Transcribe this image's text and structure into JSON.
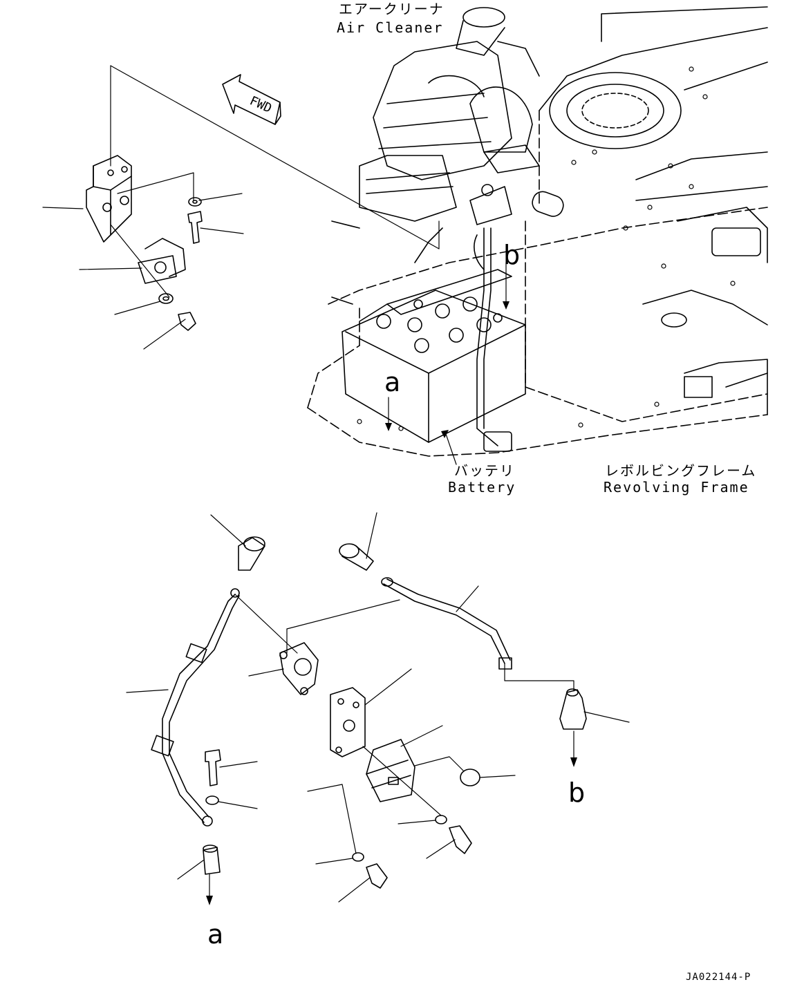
{
  "labels": {
    "air_cleaner_jp": "エアークリーナ",
    "air_cleaner_en": "Air Cleaner",
    "battery_jp": "バッテリ",
    "battery_en": "Battery",
    "revolving_frame_jp": "レボルビングフレーム",
    "revolving_frame_en": "Revolving Frame",
    "fwd": "FWD",
    "marker_a": "a",
    "marker_b": "b",
    "drawing_code": "JA022144-P"
  }
}
